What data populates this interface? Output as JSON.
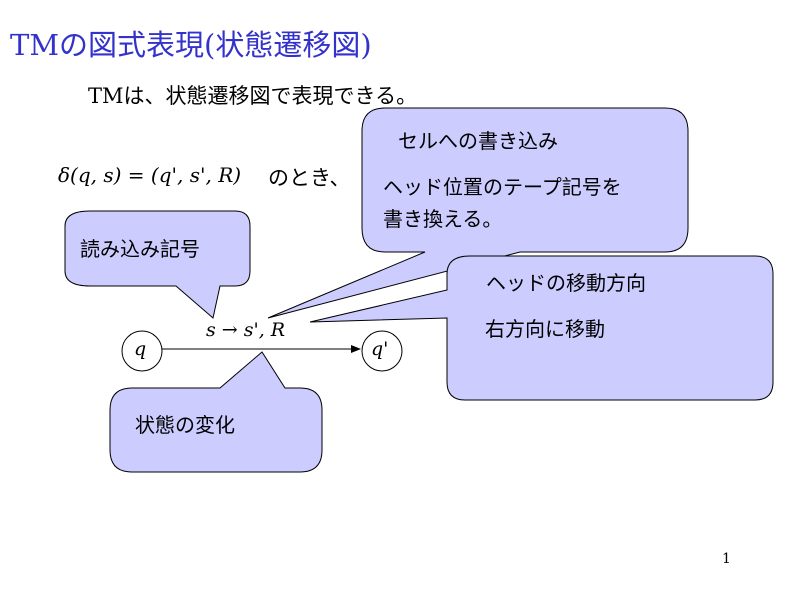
{
  "slide": {
    "title": "TMの図式表現(状態遷移図)",
    "subtitle": "TMは、状態遷移図で表現できる。",
    "formula": "δ(q, s) = (q', s', R)",
    "formula_suffix": "のとき、",
    "page_number": "1",
    "title_color": "#3333cc",
    "callout_fill": "#ccccff"
  },
  "callouts": {
    "cell_write": {
      "heading": "セルへの書き込み",
      "body_line1": "ヘッド位置のテープ記号を",
      "body_line2": "書き換える。"
    },
    "read_symbol": {
      "text": "読み込み記号"
    },
    "head_move": {
      "heading": "ヘッドの移動方向",
      "body": "右方向に移動"
    },
    "state_change": {
      "text": "状態の変化"
    }
  },
  "diagram": {
    "state_from": "q",
    "state_to": "q'",
    "transition_label": "s → s', R"
  }
}
